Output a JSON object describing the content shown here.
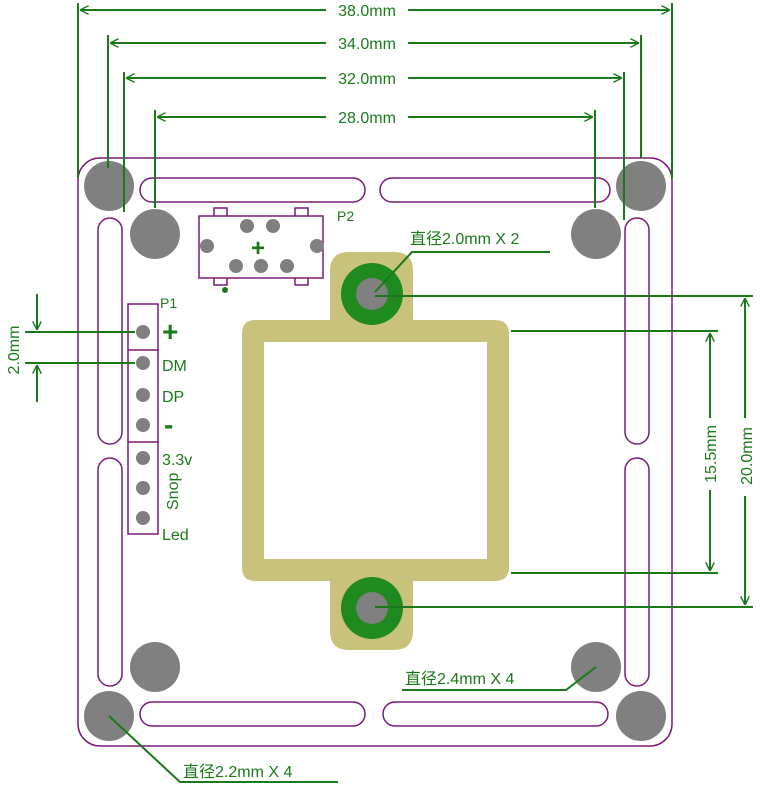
{
  "dimensions": {
    "width_38": "38.0mm",
    "width_34": "34.0mm",
    "width_32": "32.0mm",
    "width_28": "28.0mm",
    "pitch": "2.0mm",
    "height_15_5": "15.5mm",
    "height_20": "20.0mm"
  },
  "callouts": {
    "hole_2_0": "直径2.0mm X  2",
    "hole_2_4": "直径2.4mm X  4",
    "hole_2_2": "直径2.2mm X  4"
  },
  "connectors": {
    "p1_name": "P1",
    "p2_name": "P2",
    "p2_marker": "+",
    "pins": {
      "plus": "+",
      "dm": "DM",
      "dp": "DP",
      "minus": "-",
      "v33": "3.3v",
      "snop": "Snop",
      "led": "Led"
    }
  },
  "colors": {
    "dimension": "#1a7a1a",
    "outline": "#7a1a7a",
    "hole": "#808080",
    "pad": "#c8c27a"
  }
}
